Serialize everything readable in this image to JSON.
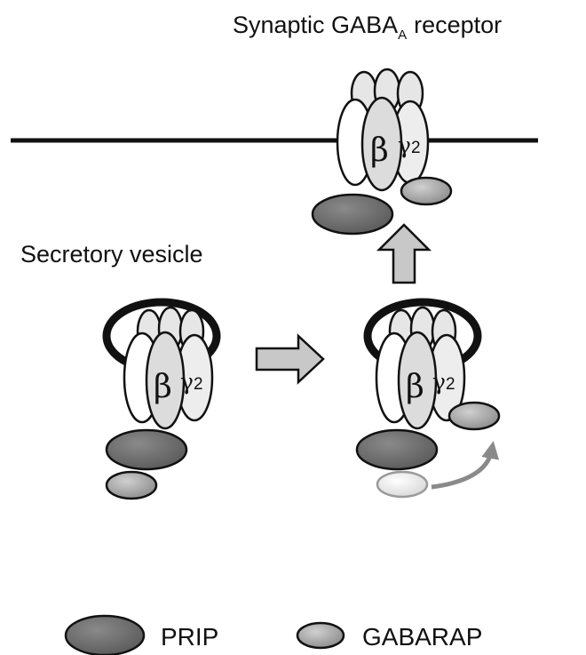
{
  "labels": {
    "synaptic_prefix": "Synaptic GABA",
    "synaptic_subscript": "A",
    "synaptic_suffix": "receptor",
    "vesicle": "Secretory vesicle"
  },
  "subunits": {
    "beta": "β",
    "gamma": "γ",
    "gamma_sub": "2"
  },
  "legend": [
    {
      "name": "PRIP",
      "icon": "dark-gray-ellipse",
      "color": "#6e6e6e"
    },
    {
      "name": "GABARAP",
      "icon": "light-gray-ellipse",
      "color": "#a8a8a8"
    }
  ],
  "colors": {
    "prip": "#6e6e6e",
    "gabarap": "#a8a8a8",
    "gabarap_released": "#e6e6e6",
    "arrow": "#c8c8c8",
    "subunit_white": "#ffffff",
    "subunit_beta": "#dcdcdc",
    "subunit_gamma": "#ededed"
  }
}
